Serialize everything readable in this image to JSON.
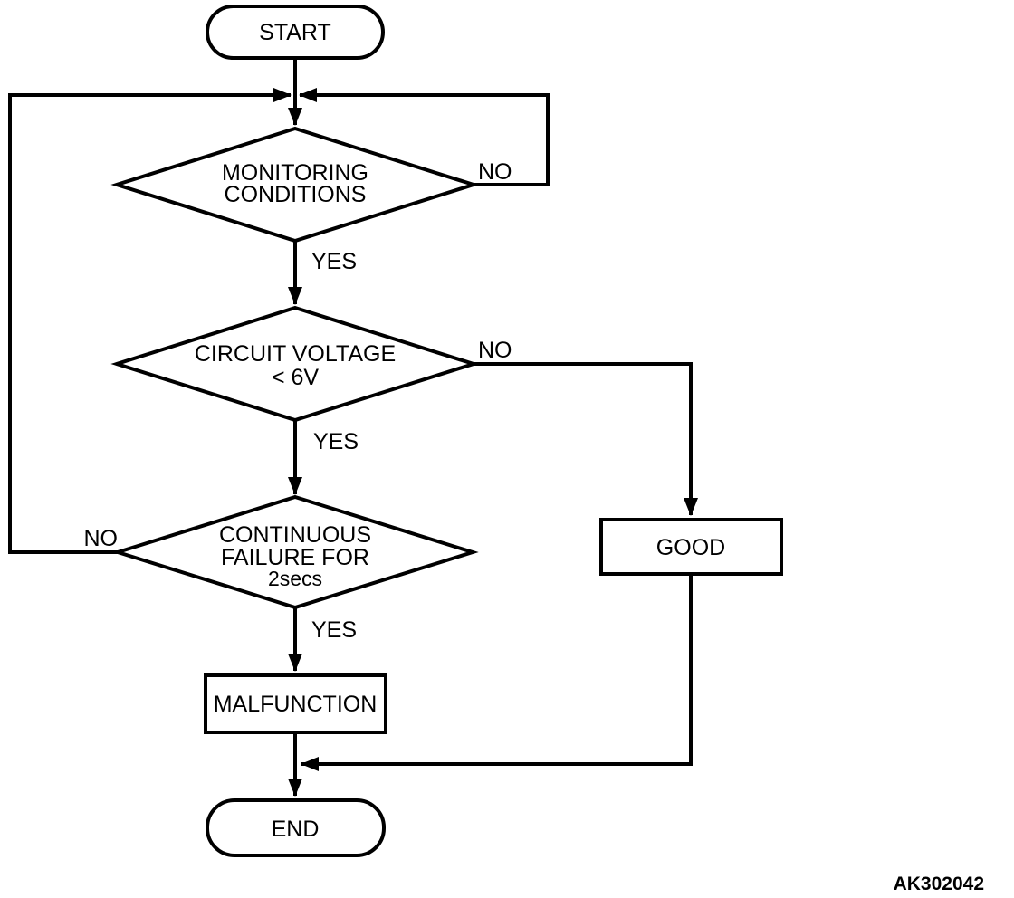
{
  "page": {
    "background": "#ffffff",
    "line_color": "#000000",
    "figure_code": "AK302042"
  },
  "nodes": {
    "start": {
      "label": "START"
    },
    "monitoring": {
      "line1": "MONITORING",
      "line2": "CONDITIONS"
    },
    "voltage": {
      "line1": "CIRCUIT VOLTAGE",
      "line2": "< 6V"
    },
    "failure": {
      "line1": "CONTINUOUS",
      "line2": "FAILURE FOR",
      "line3": "2secs"
    },
    "good": {
      "label": "GOOD"
    },
    "malfunction": {
      "label": "MALFUNCTION"
    },
    "end": {
      "label": "END"
    }
  },
  "edges": {
    "monitoring_no": "NO",
    "monitoring_yes": "YES",
    "voltage_no": "NO",
    "voltage_yes": "YES",
    "failure_no": "NO",
    "failure_yes": "YES"
  }
}
